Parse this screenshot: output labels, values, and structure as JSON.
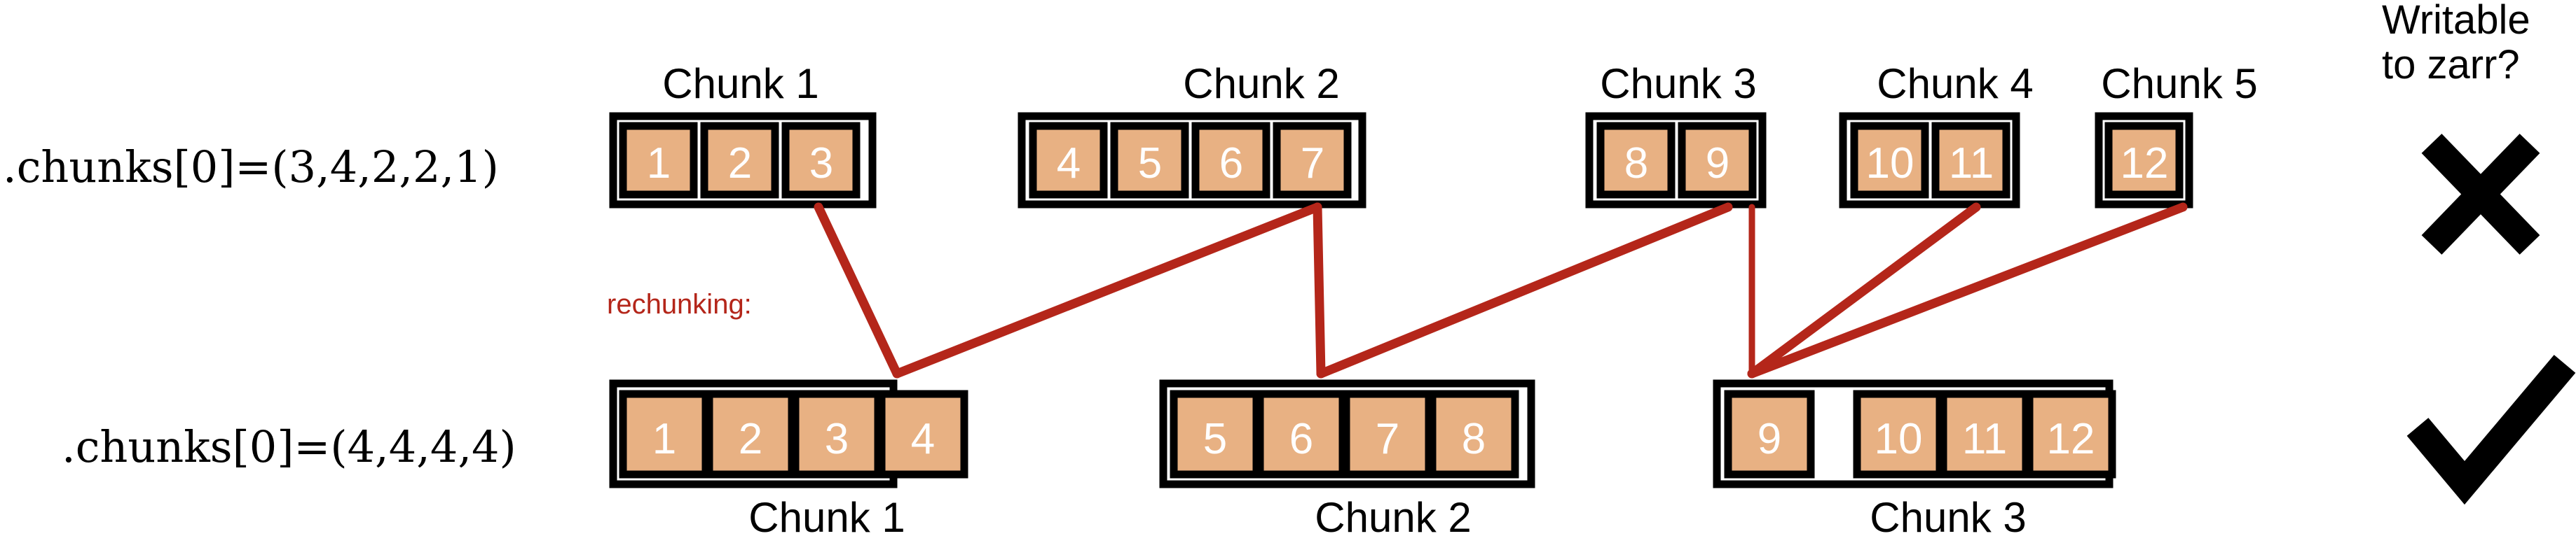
{
  "title": "rechunking diagram",
  "colors": {
    "cell_fill": "#e8b183",
    "cell_stroke": "#000000",
    "group_stroke": "#000000",
    "connector": "#b4261a",
    "text": "#000000",
    "cell_text": "#ffffff",
    "background": "#ffffff"
  },
  "header": {
    "line1": "Writable",
    "line2": "to zarr?"
  },
  "rows": [
    {
      "id": "top-row",
      "code_label": ".chunks[0]=(3,4,2,2,1)",
      "labels_position": "above",
      "chunk_sizes": [
        3,
        4,
        2,
        2,
        1
      ],
      "chunk_labels": [
        "Chunk 1",
        "Chunk 2",
        "Chunk 3",
        "Chunk 4",
        "Chunk 5"
      ],
      "cells": [
        "1",
        "2",
        "3",
        "4",
        "5",
        "6",
        "7",
        "8",
        "9",
        "10",
        "11",
        "12"
      ],
      "writable": "no",
      "writable_glyph": "cross-mark"
    },
    {
      "id": "bottom-row",
      "code_label": ".chunks[0]=(4,4,4,4)",
      "labels_position": "below",
      "chunk_sizes": [
        4,
        4,
        4
      ],
      "chunk_labels": [
        "Chunk 1",
        "Chunk 2",
        "Chunk 3"
      ],
      "cells": [
        "1",
        "2",
        "3",
        "4",
        "5",
        "6",
        "7",
        "8",
        "9",
        "10",
        "11",
        "12"
      ],
      "writable": "yes",
      "writable_glyph": "check-mark"
    }
  ],
  "annotation": {
    "rechunking_label": "rechunking:"
  },
  "connectors": [
    {
      "from_cell_boundary": 3,
      "to_cell_boundary": 4
    },
    {
      "from_cell_boundary": 7,
      "to_cell_boundary": 4
    },
    {
      "from_cell_boundary": 7,
      "to_cell_boundary": 8
    },
    {
      "from_cell_boundary": 9,
      "to_cell_boundary": 8
    },
    {
      "from_cell_boundary": 11,
      "to_cell_boundary": 11
    },
    {
      "from_cell_boundary": 12,
      "to_cell_boundary": 11
    }
  ]
}
